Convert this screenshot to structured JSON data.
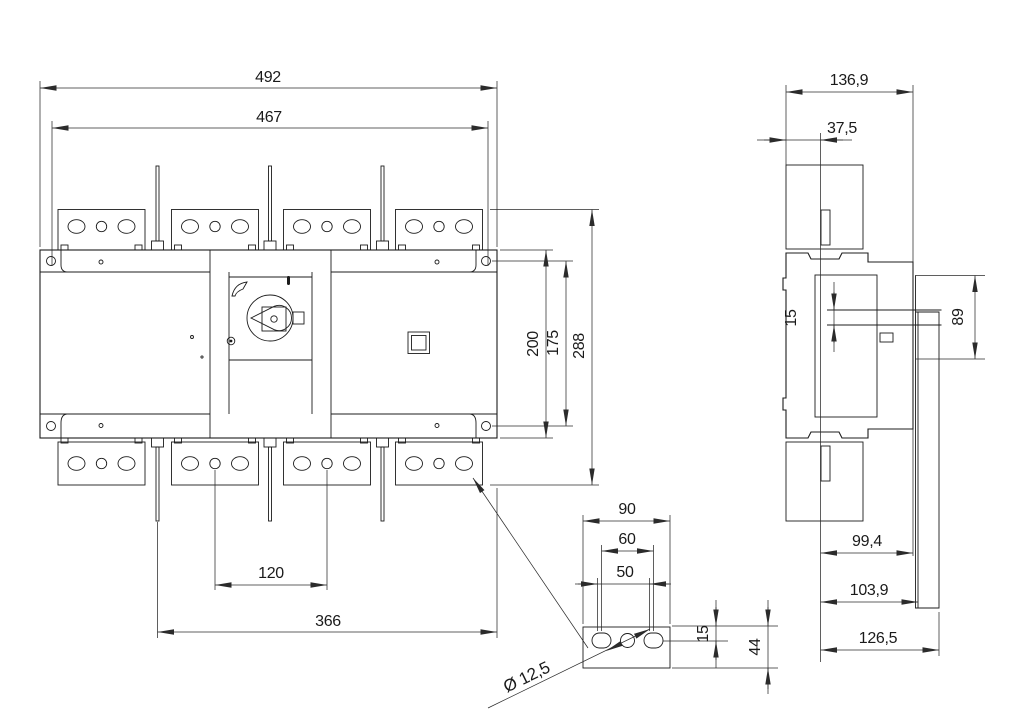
{
  "drawing": {
    "front_view": {
      "width_overall": "492",
      "width_hole_centers": "467",
      "height_body": "200",
      "height_hole_centers": "175",
      "height_overall": "288",
      "terminal_hole_pitch": "120",
      "width_terminal_span": "366"
    },
    "side_view": {
      "depth_overall": "136,9",
      "offset_slot": "37,5",
      "shaft_offset": "15",
      "handle_height": "89",
      "depth_to_face": "99,4",
      "depth_to_plate": "103,9",
      "depth_total": "126,5"
    },
    "detail_view": {
      "block_width": "90",
      "slot_pitch_outer": "60",
      "slot_pitch_inner": "50",
      "hole_edge_offset": "15",
      "block_height": "44",
      "hole_diameter": "Ø 12,5"
    }
  }
}
